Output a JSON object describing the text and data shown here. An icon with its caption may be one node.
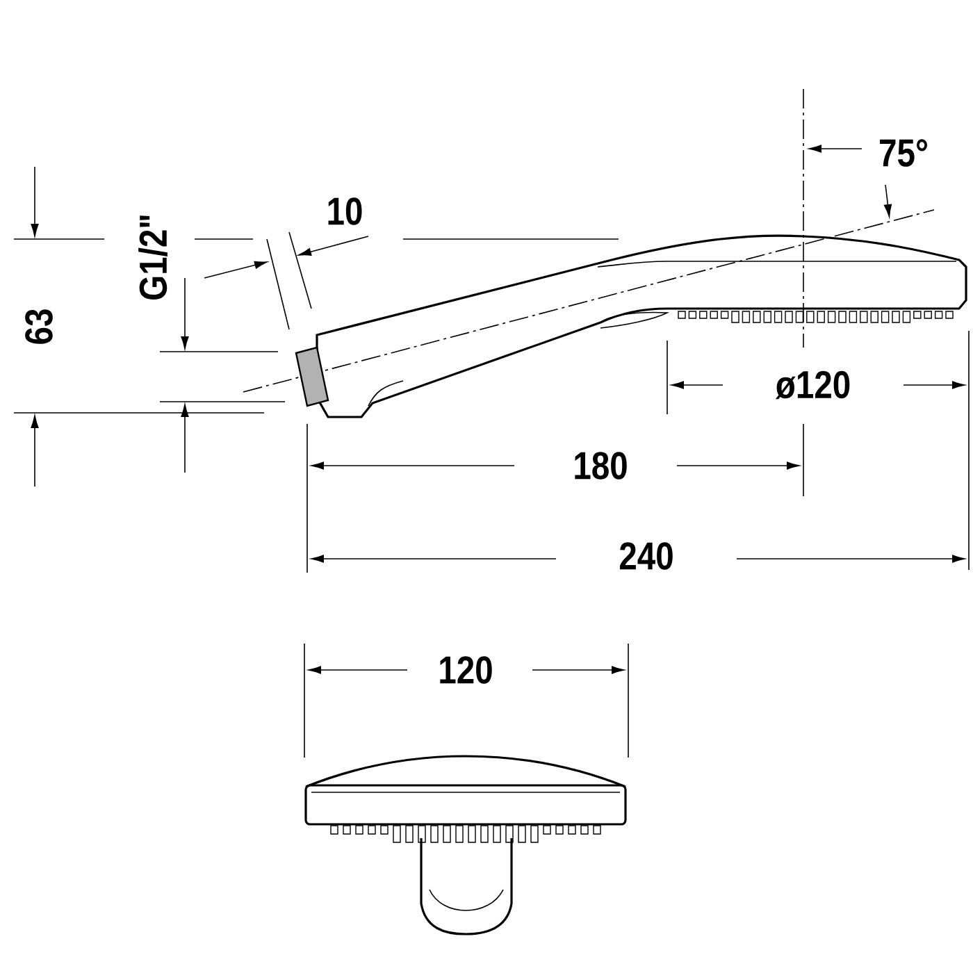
{
  "diagram": {
    "labels": [
      "75°",
      "10",
      "G1/2\"",
      "63",
      "ø120",
      "180",
      "240",
      "120"
    ]
  }
}
